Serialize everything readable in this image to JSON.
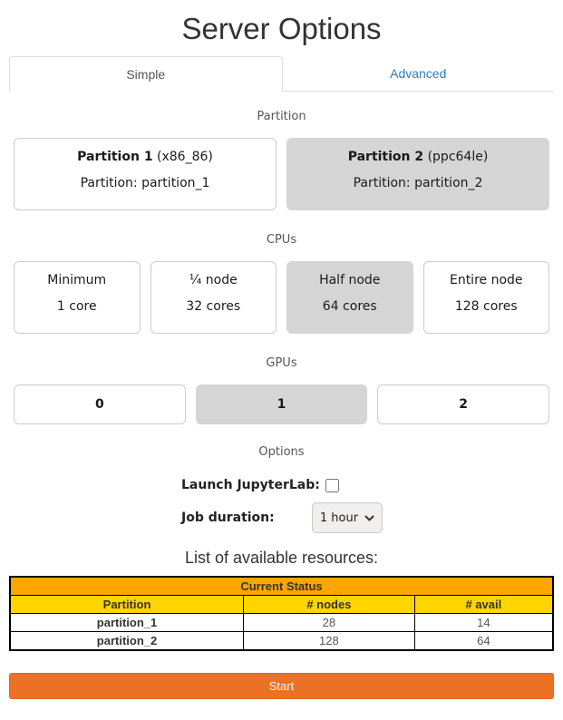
{
  "page": {
    "title": "Server Options"
  },
  "tabs": [
    {
      "label": "Simple",
      "active": true
    },
    {
      "label": "Advanced",
      "active": false
    }
  ],
  "sections": {
    "partition": {
      "label": "Partition",
      "options": [
        {
          "name": "Partition 1",
          "arch": "(x86_86)",
          "detail": "Partition: partition_1",
          "selected": false
        },
        {
          "name": "Partition 2",
          "arch": "(ppc64le)",
          "detail": "Partition: partition_2",
          "selected": true
        }
      ]
    },
    "cpus": {
      "label": "CPUs",
      "options": [
        {
          "name": "Minimum",
          "detail": "1 core",
          "selected": false
        },
        {
          "name": "¼ node",
          "detail": "32 cores",
          "selected": false
        },
        {
          "name": "Half node",
          "detail": "64 cores",
          "selected": true
        },
        {
          "name": "Entire node",
          "detail": "128 cores",
          "selected": false
        }
      ]
    },
    "gpus": {
      "label": "GPUs",
      "options": [
        {
          "name": "0",
          "selected": false
        },
        {
          "name": "1",
          "selected": true
        },
        {
          "name": "2",
          "selected": false
        }
      ]
    },
    "options": {
      "label": "Options",
      "launch_label": "Launch JupyterLab:",
      "launch_checked": false,
      "duration_label": "Job duration:",
      "duration_value": "1 hour"
    }
  },
  "resources": {
    "heading": "List of available resources:",
    "table": {
      "title": "Current Status",
      "columns": [
        "Partition",
        "# nodes",
        "# avail"
      ],
      "rows": [
        [
          "partition_1",
          "28",
          "14"
        ],
        [
          "partition_2",
          "128",
          "64"
        ]
      ]
    }
  },
  "start_button": {
    "label": "Start"
  },
  "colors": {
    "accent_orange": "#ec7125",
    "table_title_bg": "#ffa500",
    "table_header_bg": "#ffd400",
    "selected_card_bg": "#d5d5d5",
    "tab_link_blue": "#337ab7"
  }
}
